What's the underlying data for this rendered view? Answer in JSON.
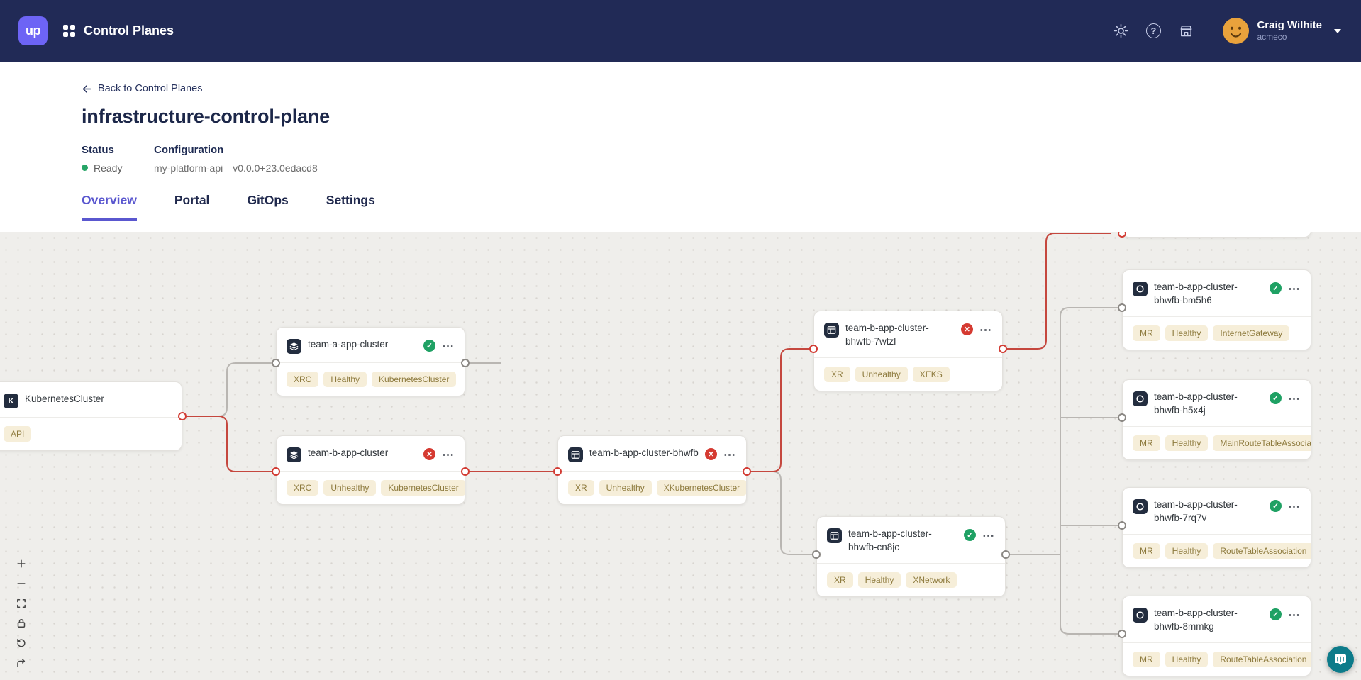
{
  "navbar": {
    "logo": "up",
    "title": "Control Planes",
    "user_name": "Craig Wilhite",
    "user_org": "acmeco"
  },
  "header": {
    "back_link": "Back to Control Planes",
    "title": "infrastructure-control-plane",
    "status_label": "Status",
    "status_value": "Ready",
    "config_label": "Configuration",
    "config_name": "my-platform-api",
    "config_version": "v0.0.0+23.0edacd8"
  },
  "tabs": [
    {
      "label": "Overview",
      "active": true
    },
    {
      "label": "Portal",
      "active": false
    },
    {
      "label": "GitOps",
      "active": false
    },
    {
      "label": "Settings",
      "active": false
    }
  ],
  "icons": {
    "menu": "⋯",
    "check": "✓",
    "cross": "✕",
    "help": "?",
    "k8s_letter": "K",
    "names": [
      "gear-icon",
      "help-icon",
      "marketplace-icon",
      "grid-icon",
      "back-arrow-icon",
      "layers-icon",
      "composite-icon",
      "managed-resource-icon",
      "zoom-in-icon",
      "zoom-out-icon",
      "fit-view-icon",
      "lock-icon",
      "rotate-icon",
      "relayout-icon",
      "chat-icon",
      "chevron-down-icon"
    ]
  },
  "graph": {
    "nodes": [
      {
        "name": "KubernetesCluster",
        "icon": "k8s",
        "status": "none",
        "badges": [
          "API"
        ]
      },
      {
        "name": "team-a-app-cluster",
        "icon": "layers",
        "status": "healthy",
        "badges": [
          "XRC",
          "Healthy",
          "KubernetesCluster"
        ]
      },
      {
        "name": "team-b-app-cluster",
        "icon": "layers",
        "status": "unhealthy",
        "badges": [
          "XRC",
          "Unhealthy",
          "KubernetesCluster"
        ]
      },
      {
        "name": "team-b-app-cluster-bhwfb",
        "icon": "composite",
        "status": "unhealthy",
        "badges": [
          "XR",
          "Unhealthy",
          "XKubernetesCluster"
        ]
      },
      {
        "name": "team-b-app-cluster-bhwfb-7wtzl",
        "icon": "composite",
        "status": "unhealthy",
        "badges": [
          "XR",
          "Unhealthy",
          "XEKS"
        ]
      },
      {
        "name": "team-b-app-cluster-bhwfb-cn8jc",
        "icon": "composite",
        "status": "healthy",
        "badges": [
          "XR",
          "Healthy",
          "XNetwork"
        ]
      },
      {
        "name": "team-b-app-cluster-bhwfb-bm5h6",
        "icon": "managed",
        "status": "healthy",
        "badges": [
          "MR",
          "Healthy",
          "InternetGateway"
        ]
      },
      {
        "name": "team-b-app-cluster-bhwfb-h5x4j",
        "icon": "managed",
        "status": "healthy",
        "badges": [
          "MR",
          "Healthy",
          "MainRouteTableAssociation"
        ]
      },
      {
        "name": "team-b-app-cluster-bhwfb-7rq7v",
        "icon": "managed",
        "status": "healthy",
        "badges": [
          "MR",
          "Healthy",
          "RouteTableAssociation"
        ]
      },
      {
        "name": "team-b-app-cluster-bhwfb-8mmkg",
        "icon": "managed",
        "status": "healthy",
        "badges": [
          "MR",
          "Healthy",
          "RouteTableAssociation"
        ]
      }
    ],
    "edges": [
      {
        "from": "KubernetesCluster",
        "to": "team-a-app-cluster",
        "status": "healthy"
      },
      {
        "from": "KubernetesCluster",
        "to": "team-b-app-cluster",
        "status": "unhealthy"
      },
      {
        "from": "team-b-app-cluster",
        "to": "team-b-app-cluster-bhwfb",
        "status": "unhealthy"
      },
      {
        "from": "team-b-app-cluster-bhwfb",
        "to": "team-b-app-cluster-bhwfb-7wtzl",
        "status": "unhealthy"
      },
      {
        "from": "team-b-app-cluster-bhwfb",
        "to": "team-b-app-cluster-bhwfb-cn8jc",
        "status": "healthy"
      },
      {
        "from": "team-b-app-cluster-bhwfb-cn8jc",
        "to": "team-b-app-cluster-bhwfb-bm5h6",
        "status": "healthy"
      },
      {
        "from": "team-b-app-cluster-bhwfb-cn8jc",
        "to": "team-b-app-cluster-bhwfb-h5x4j",
        "status": "healthy"
      },
      {
        "from": "team-b-app-cluster-bhwfb-cn8jc",
        "to": "team-b-app-cluster-bhwfb-7rq7v",
        "status": "healthy"
      },
      {
        "from": "team-b-app-cluster-bhwfb-cn8jc",
        "to": "team-b-app-cluster-bhwfb-8mmkg",
        "status": "healthy"
      }
    ]
  },
  "colors": {
    "navbar_bg": "#212a56",
    "brand_purple": "#6d64f5",
    "tab_active": "#5a57cf",
    "healthy_green": "#1fa164",
    "unhealthy_red": "#d53a31",
    "edge_red": "#c5473e",
    "edge_gray": "#b9b6b2",
    "badge_bg": "#f6eed9",
    "badge_text": "#8d7a3d",
    "canvas_bg": "#efeeeb",
    "chat_teal": "#0d7b8a",
    "avatar_orange": "#e9a23c"
  }
}
